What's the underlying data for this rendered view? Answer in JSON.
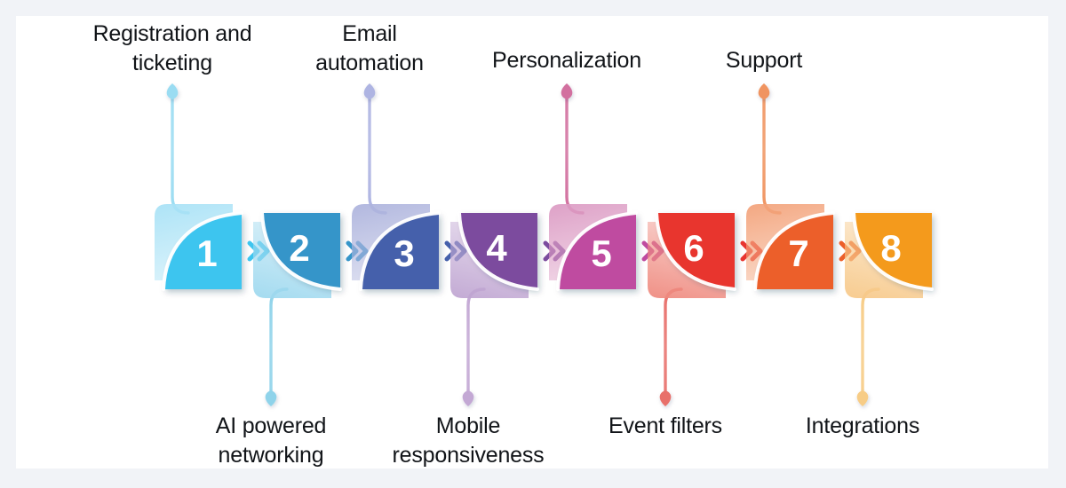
{
  "diagram": {
    "title": "Event management platform feature process flow",
    "background_color": "#f1f3f7",
    "card_color": "#ffffff",
    "step_count": 8,
    "connector_style": "pin-drop",
    "arrow_glyph": "double-chevron-right"
  },
  "steps": [
    {
      "number": "1",
      "label": "Registration and\nticketing",
      "label_position": "top",
      "color": "#3ec5ef",
      "light_color": "#a9e2f6",
      "pin_color": "#9adcf2",
      "arc": "top-left"
    },
    {
      "number": "2",
      "label": "AI powered\nnetworking",
      "label_position": "bottom",
      "color": "#3595c9",
      "light_color": "#9fd9ef",
      "pin_color": "#8fd3ea",
      "arc": "bottom-left"
    },
    {
      "number": "3",
      "label": "Email\nautomation",
      "label_position": "top",
      "color": "#4560ab",
      "light_color": "#aeb4dd",
      "pin_color": "#aeb4e2",
      "arc": "top-left"
    },
    {
      "number": "4",
      "label": "Mobile\nresponsiveness",
      "label_position": "bottom",
      "color": "#7b4b9e",
      "light_color": "#c0a6d2",
      "pin_color": "#c3a8d4",
      "arc": "bottom-left"
    },
    {
      "number": "5",
      "label": "Personalization",
      "label_position": "top",
      "color": "#bf4ba0",
      "light_color": "#dc9cc4",
      "pin_color": "#d2709f",
      "arc": "top-left"
    },
    {
      "number": "6",
      "label": "Event filters",
      "label_position": "bottom",
      "color": "#e8342f",
      "light_color": "#ef8b80",
      "pin_color": "#e8706b",
      "arc": "bottom-left"
    },
    {
      "number": "7",
      "label": "Support",
      "label_position": "top",
      "color": "#ec5f2a",
      "light_color": "#f3a37b",
      "pin_color": "#f09460",
      "arc": "top-left"
    },
    {
      "number": "8",
      "label": "Integrations",
      "label_position": "bottom",
      "color": "#f49a1e",
      "light_color": "#f7c98a",
      "pin_color": "#f7cc86",
      "arc": "bottom-left"
    }
  ]
}
